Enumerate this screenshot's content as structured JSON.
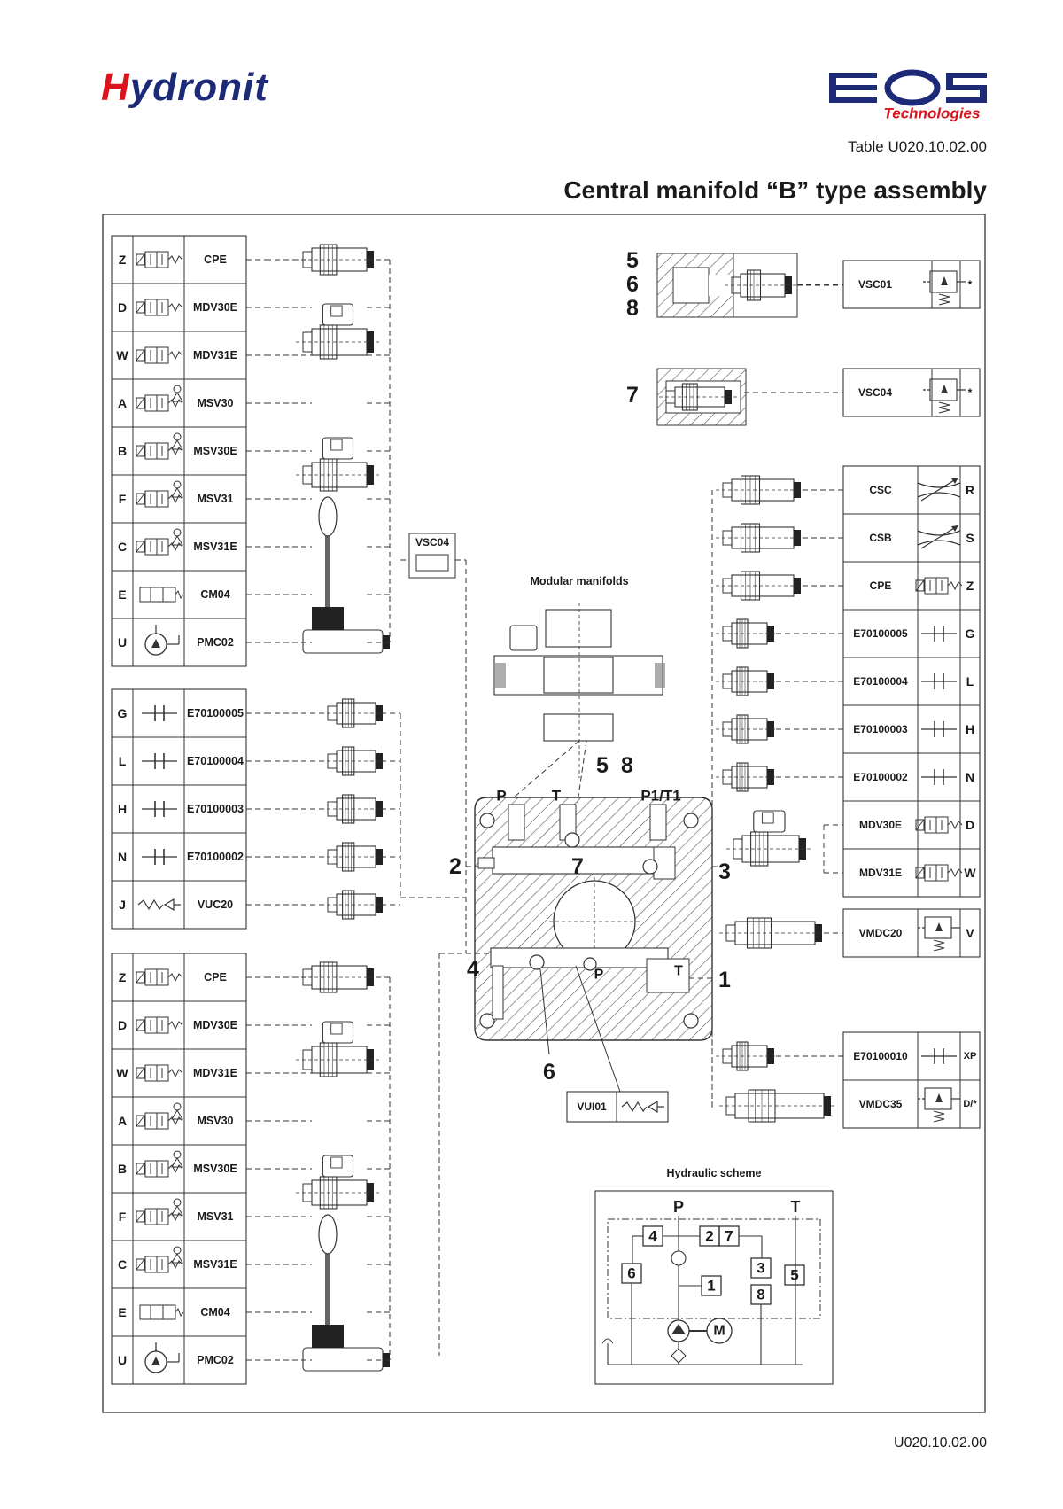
{
  "header": {
    "brand_left_initial": "H",
    "brand_left_rest": "ydronit",
    "brand_right_main": "EOS",
    "brand_right_sub": "Technologies",
    "table_number": "Table U020.10.02.00",
    "title": "Central manifold “B” type assembly"
  },
  "footer": {
    "doc_number": "U020.10.02.00"
  },
  "colors": {
    "brand_red": "#d9141c",
    "brand_blue": "#1c2a78"
  },
  "left_group_1": [
    {
      "port": "Z",
      "code": "CPE",
      "symbol": "solenoid-poppet"
    },
    {
      "port": "D",
      "code": "MDV30E",
      "symbol": "solenoid-3way"
    },
    {
      "port": "W",
      "code": "MDV31E",
      "symbol": "solenoid-3way"
    },
    {
      "port": "A",
      "code": "MSV30",
      "symbol": "solenoid-check"
    },
    {
      "port": "B",
      "code": "MSV30E",
      "symbol": "solenoid-check"
    },
    {
      "port": "F",
      "code": "MSV31",
      "symbol": "solenoid-check"
    },
    {
      "port": "C",
      "code": "MSV31E",
      "symbol": "solenoid-check"
    },
    {
      "port": "E",
      "code": "CM04",
      "symbol": "manual-valve"
    },
    {
      "port": "U",
      "code": "PMC02",
      "symbol": "hand-pump"
    }
  ],
  "left_group_2": [
    {
      "port": "G",
      "code": "E70100005",
      "symbol": "plug"
    },
    {
      "port": "L",
      "code": "E70100004",
      "symbol": "plug"
    },
    {
      "port": "H",
      "code": "E70100003",
      "symbol": "plug"
    },
    {
      "port": "N",
      "code": "E70100002",
      "symbol": "plug"
    },
    {
      "port": "J",
      "code": "VUC20",
      "symbol": "check-valve"
    }
  ],
  "left_group_3": [
    {
      "port": "Z",
      "code": "CPE",
      "symbol": "solenoid-poppet"
    },
    {
      "port": "D",
      "code": "MDV30E",
      "symbol": "solenoid-3way"
    },
    {
      "port": "W",
      "code": "MDV31E",
      "symbol": "solenoid-3way"
    },
    {
      "port": "A",
      "code": "MSV30",
      "symbol": "solenoid-check"
    },
    {
      "port": "B",
      "code": "MSV30E",
      "symbol": "solenoid-check"
    },
    {
      "port": "F",
      "code": "MSV31",
      "symbol": "solenoid-check"
    },
    {
      "port": "C",
      "code": "MSV31E",
      "symbol": "solenoid-check"
    },
    {
      "port": "E",
      "code": "CM04",
      "symbol": "manual-valve"
    },
    {
      "port": "U",
      "code": "PMC02",
      "symbol": "hand-pump"
    }
  ],
  "right_top": [
    {
      "code": "VSC01",
      "mark": "*",
      "symbol": "pressure-valve",
      "callouts": [
        "5",
        "6",
        "8"
      ]
    },
    {
      "code": "VSC04",
      "mark": "*",
      "symbol": "pressure-valve",
      "callouts": [
        "7"
      ]
    }
  ],
  "right_group_1": [
    {
      "port": "R",
      "code": "CSC",
      "symbol": "flow-control"
    },
    {
      "port": "S",
      "code": "CSB",
      "symbol": "flow-control"
    },
    {
      "port": "Z",
      "code": "CPE",
      "symbol": "solenoid-poppet"
    },
    {
      "port": "G",
      "code": "E70100005",
      "symbol": "plug"
    },
    {
      "port": "L",
      "code": "E70100004",
      "symbol": "plug"
    },
    {
      "port": "H",
      "code": "E70100003",
      "symbol": "plug"
    },
    {
      "port": "N",
      "code": "E70100002",
      "symbol": "plug"
    },
    {
      "port": "D",
      "code": "MDV30E",
      "symbol": "solenoid-3way"
    },
    {
      "port": "W",
      "code": "MDV31E",
      "symbol": "solenoid-3way"
    }
  ],
  "right_group_2": [
    {
      "port": "V",
      "code": "VMDC20",
      "symbol": "relief-valve"
    }
  ],
  "right_group_3": [
    {
      "port": "XP",
      "code": "E70100010",
      "symbol": "plug"
    },
    {
      "port": "D/*",
      "code": "VMDC35",
      "symbol": "relief-valve"
    }
  ],
  "center": {
    "vsc04_label": "VSC04",
    "modular_title": "Modular manifolds",
    "port_labels": [
      "P",
      "T",
      "P1/T1",
      "P",
      "T"
    ],
    "callouts": [
      "5",
      "8",
      "2",
      "7",
      "3",
      "4",
      "1",
      "6"
    ],
    "vui01": {
      "code": "VUI01",
      "symbol": "check-valve"
    }
  },
  "hydraulic_scheme": {
    "title": "Hydraulic scheme",
    "ports": [
      "P",
      "T"
    ],
    "boxes": [
      "4",
      "2",
      "7",
      "6",
      "1",
      "3",
      "8",
      "5"
    ],
    "motor_label": "M"
  }
}
